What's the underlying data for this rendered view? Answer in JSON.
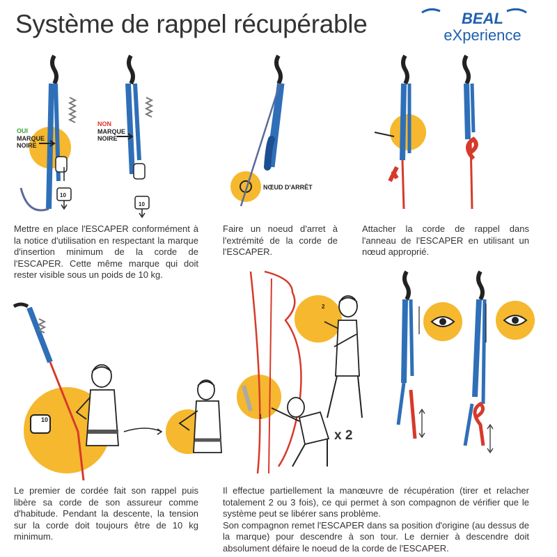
{
  "title": "Système de rappel récupérable",
  "brand": {
    "name": "BEAL",
    "tagline": "eXperience",
    "color": "#1f5fae"
  },
  "colors": {
    "accent": "#f5b82e",
    "rope_blue": "#2f6fb8",
    "rope_red": "#d63a2a",
    "oui": "#3aa335",
    "non": "#d9342b"
  },
  "labels": {
    "oui": "OUI",
    "non": "NON",
    "marque_noire": "MARQUE\nNOIRE",
    "noeud_arret": "NŒUD D'ARRÊT",
    "weight": "10",
    "weight_unit": "kg",
    "x2": "x 2",
    "step1": "1",
    "step2": "2"
  },
  "captions": {
    "c1": "Mettre en place l'ESCAPER conformément à la notice d'utilisation en respectant la marque d'insertion minimum de la corde de l'ESCAPER. Cette même marque qui doit rester visible sous un poids de 10 kg.",
    "c2": "Faire un noeud d'arret à l'extrémité de la corde de l'ESCAPER.",
    "c3": "Attacher la corde de rappel dans l'anneau de l'ESCAPER en utilisant un nœud approprié.",
    "c4": "Le premier de cordée fait son rappel puis libère sa corde de son assureur comme d'habitude. Pendant la descente, la tension sur la corde doit toujours être de 10 kg minimum.",
    "c5a": "Il effectue partiellement la manœuvre de récupération (tirer et relacher totalement 2 ou 3 fois), ce qui permet à son compagnon de vérifier que le système peut se libérer sans problème.",
    "c5b": "Son compagnon remet l'ESCAPER dans sa position d'origine (au dessus de la marque) pour descendre à son tour. Le dernier à descendre doit absolument défaire le noeud de la corde de l'ESCAPER."
  }
}
